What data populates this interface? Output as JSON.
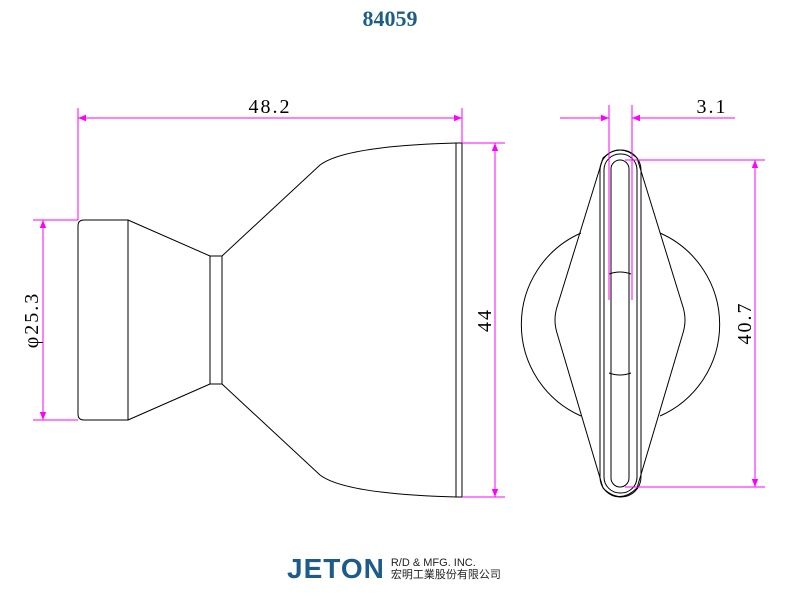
{
  "title": "84059",
  "dimensions": {
    "overall_length": "48.2",
    "bell_diameter": "44",
    "base_diameter": "φ25.3",
    "slot_width": "3.1",
    "slot_length": "40.7"
  },
  "colors": {
    "title": "#1b5d87",
    "dimension_lines": "#ff00ff",
    "outline": "#000000"
  },
  "logo": {
    "brand": "JETON",
    "line1": "R/D & MFG. INC.",
    "line2": "宏明工業股份有限公司"
  }
}
